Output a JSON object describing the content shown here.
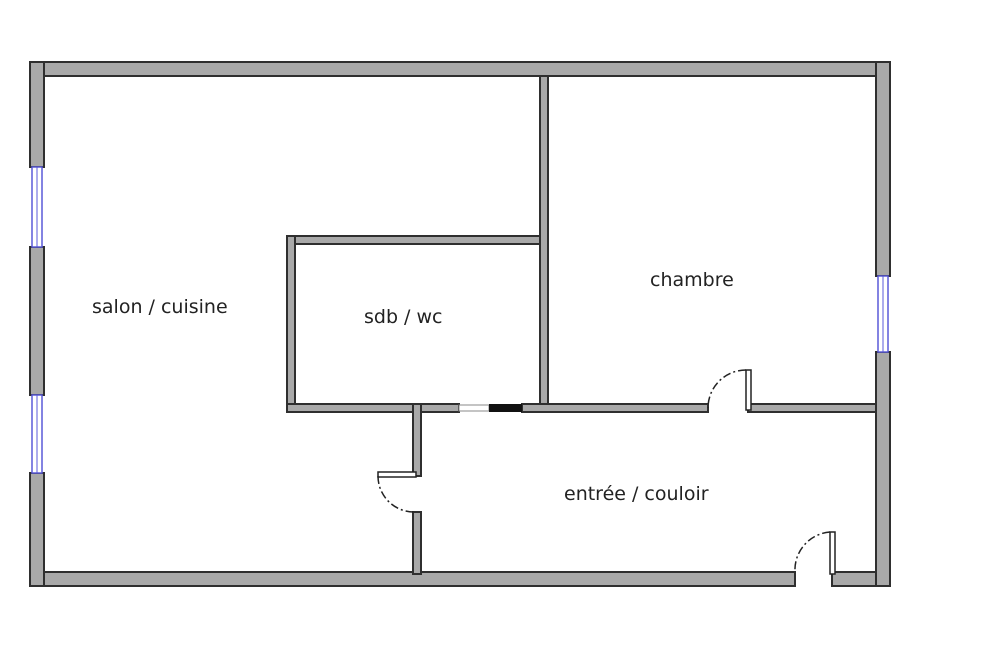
{
  "plan": {
    "colors": {
      "wall_fill": "#a9a9a9",
      "wall_stroke": "#2f2f2f",
      "window": "#5a5ad8"
    },
    "rooms": [
      {
        "id": "salon",
        "label": "salon / cuisine"
      },
      {
        "id": "sdb",
        "label": "sdb / wc"
      },
      {
        "id": "chambre",
        "label": "chambre"
      },
      {
        "id": "entree",
        "label": "entrée / couloir"
      }
    ]
  }
}
